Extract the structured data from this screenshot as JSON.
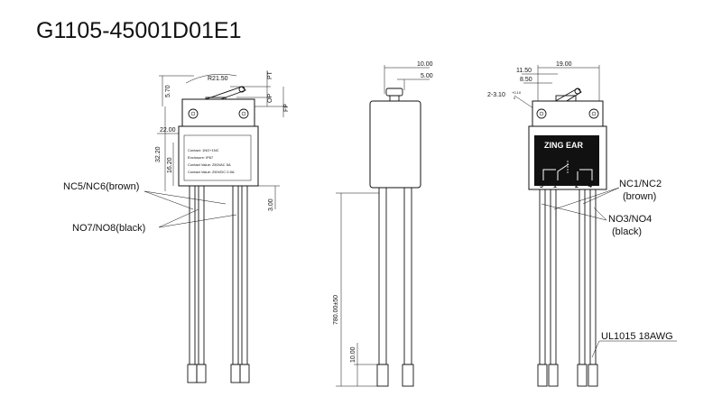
{
  "title": "G1105-45001D01E1",
  "left_view": {
    "dims": {
      "radius": "R21.50",
      "top_height": "5.70",
      "pt": "PT",
      "op": "OP",
      "fp": "FP",
      "width": "22.00",
      "height": "32.20",
      "inner_height": "16.20",
      "pin_len": "3.00"
    },
    "label_lines": [
      "Contact: 1NO+1NC",
      "Enclosure: IP67",
      "Contact Value: 250VAC 5A",
      "Contact Value: 250VDC 0.5A"
    ],
    "callouts": {
      "nc": "NC5/NC6(brown)",
      "no": "NO7/NO8(black)"
    }
  },
  "middle_view": {
    "dims": {
      "top_width": "10.00",
      "inner_width": "5.00",
      "wire_length": "780.00±50",
      "lug_length": "10.00"
    }
  },
  "right_view": {
    "dims": {
      "width": "19.00",
      "d1": "11.50",
      "d2": "8.50",
      "hole": "2-3.10",
      "hole_tol": "+0.10",
      "hole_tol2": "0"
    },
    "brand": "ZING EAR",
    "terminals": [
      "3",
      "1",
      "2",
      "4"
    ],
    "callouts": {
      "nc_line1": "NC1/NC2",
      "nc_line2": "(brown)",
      "no_line1": "NO3/NO4",
      "no_line2": "(black)",
      "wire": "UL1015 18AWG"
    }
  }
}
